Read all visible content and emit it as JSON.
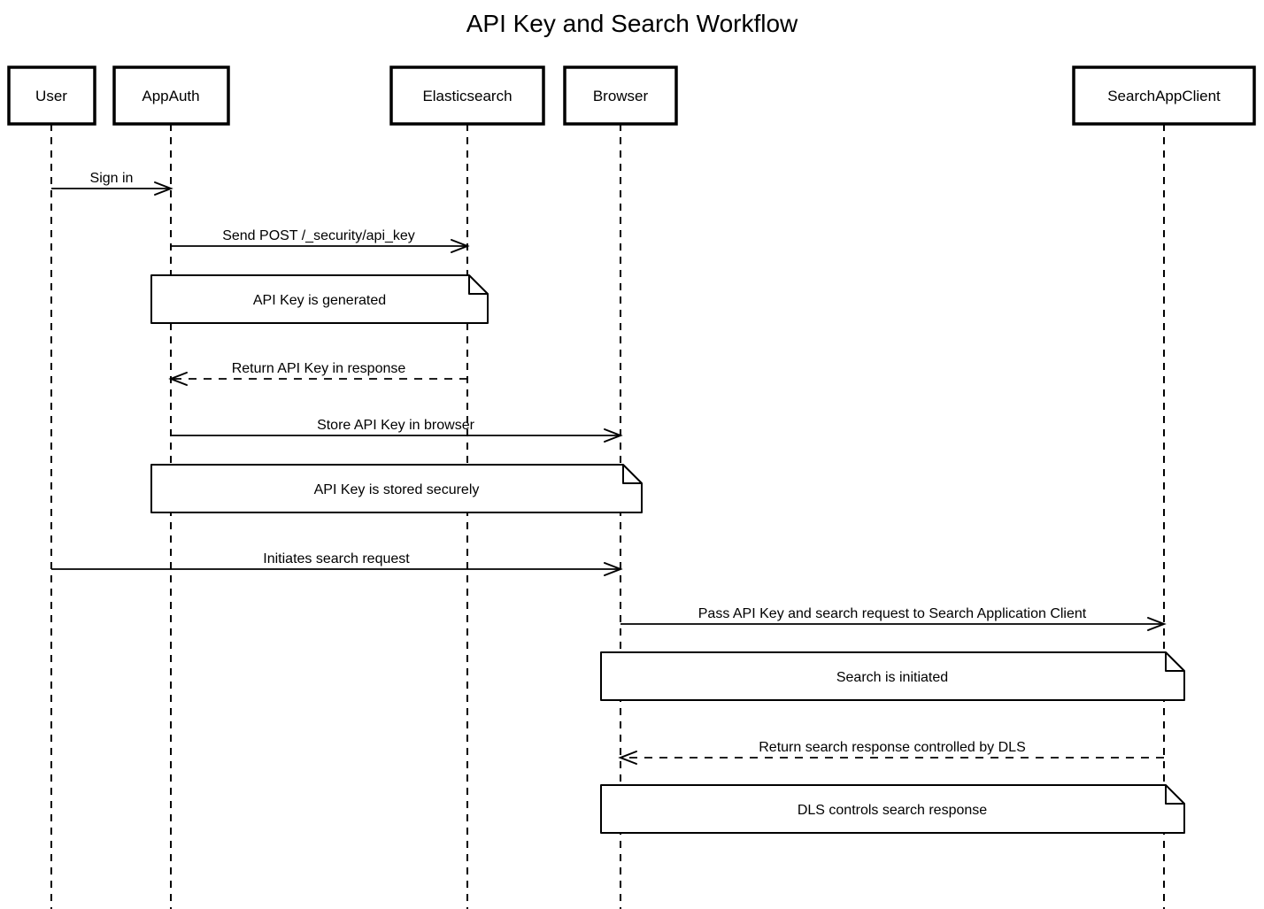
{
  "title": "API Key and Search Workflow",
  "diagram_type": "sequence",
  "colors": {
    "background": "#ffffff",
    "line": "#000000",
    "text": "#000000",
    "actor_fill": "#ffffff",
    "note_fill": "#ffffff"
  },
  "actors": [
    {
      "name": "User"
    },
    {
      "name": "AppAuth"
    },
    {
      "name": "Elasticsearch"
    },
    {
      "name": "Browser"
    },
    {
      "name": "SearchAppClient"
    }
  ],
  "messages": [
    {
      "label": "Sign in",
      "from": "User",
      "to": "AppAuth",
      "line": "solid"
    },
    {
      "label": "Send POST /_security/api_key",
      "from": "AppAuth",
      "to": "Elasticsearch",
      "line": "solid"
    },
    {
      "label": "Return API Key in response",
      "from": "Elasticsearch",
      "to": "AppAuth",
      "line": "dashed"
    },
    {
      "label": "Store API Key in browser",
      "from": "AppAuth",
      "to": "Browser",
      "line": "solid"
    },
    {
      "label": "Initiates search request",
      "from": "User",
      "to": "Browser",
      "line": "solid"
    },
    {
      "label": "Pass API Key and search request to Search Application Client",
      "from": "Browser",
      "to": "SearchAppClient",
      "line": "solid"
    },
    {
      "label": "Return search response controlled by DLS",
      "from": "SearchAppClient",
      "to": "Browser",
      "line": "dashed"
    }
  ],
  "notes": [
    {
      "text": "API Key is generated",
      "over": [
        "AppAuth",
        "Elasticsearch"
      ]
    },
    {
      "text": "API Key is stored securely",
      "over": [
        "AppAuth",
        "Browser"
      ]
    },
    {
      "text": "Search is initiated",
      "over": [
        "Browser",
        "SearchAppClient"
      ]
    },
    {
      "text": "DLS controls search response",
      "over": [
        "Browser",
        "SearchAppClient"
      ]
    }
  ]
}
